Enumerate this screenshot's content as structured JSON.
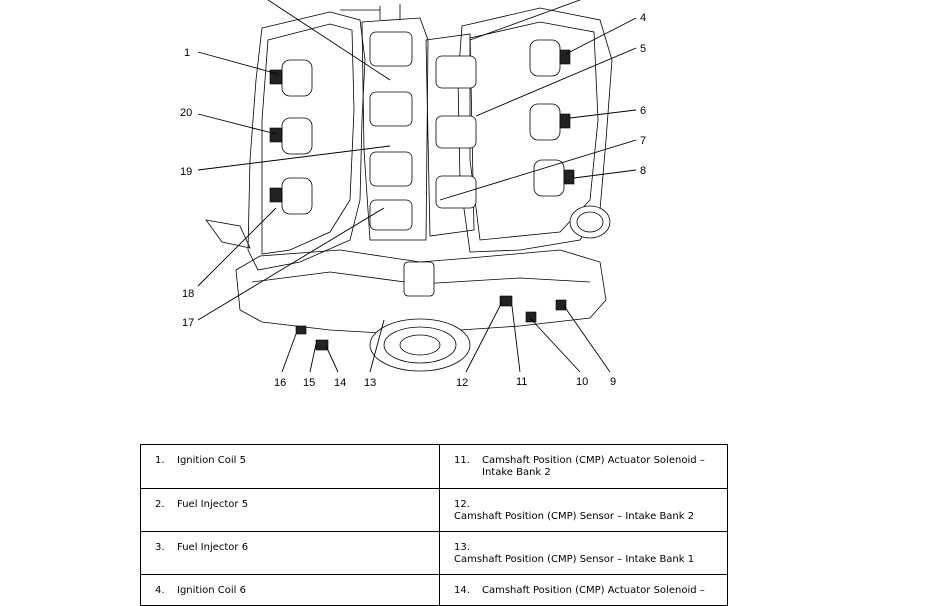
{
  "callouts": [
    "1",
    "20",
    "19",
    "18",
    "17",
    "16",
    "15",
    "14",
    "13",
    "12",
    "11",
    "10",
    "9",
    "8",
    "7",
    "6",
    "5",
    "4"
  ],
  "legend": {
    "rows": [
      {
        "left": {
          "num": "1.",
          "label": "Ignition Coil 5"
        },
        "right": {
          "num": "11.",
          "label": "Camshaft Position (CMP) Actuator Solenoid –\nIntake Bank 2"
        }
      },
      {
        "left": {
          "num": "2.",
          "label": "Fuel Injector 5"
        },
        "right": {
          "num": "12.",
          "label": "Camshaft Position (CMP) Sensor – Intake Bank 2"
        }
      },
      {
        "left": {
          "num": "3.",
          "label": "Fuel Injector 6"
        },
        "right": {
          "num": "13.",
          "label": "Camshaft Position (CMP) Sensor – Intake Bank 1"
        }
      },
      {
        "left": {
          "num": "4.",
          "label": "Ignition Coil 6"
        },
        "right": {
          "num": "14.",
          "label": "Camshaft Position (CMP) Actuator Solenoid –"
        }
      }
    ]
  }
}
